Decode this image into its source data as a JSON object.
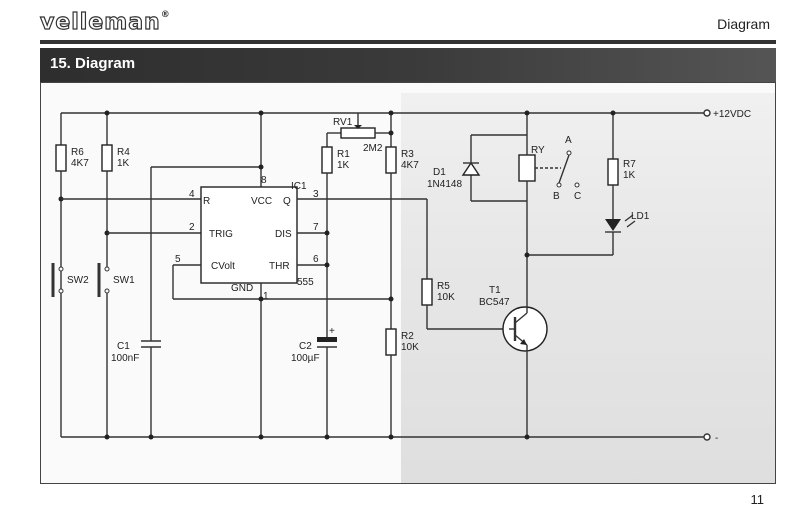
{
  "header": {
    "logo_text": "velleman",
    "logo_mark": "®",
    "section_label": "Diagram"
  },
  "section": {
    "title": "15. Diagram"
  },
  "diagram": {
    "supply_positive": "+12VDC",
    "supply_negative": "-",
    "ic": {
      "ref": "IC1",
      "part": "555",
      "pins": {
        "R": "R",
        "VCC": "VCC",
        "Q": "Q",
        "TRIG": "TRIG",
        "DIS": "DIS",
        "CVolt": "CVolt",
        "THR": "THR",
        "GND": "GND",
        "n4": "4",
        "n8": "8",
        "n3": "3",
        "n2": "2",
        "n7": "7",
        "n5": "5",
        "n6": "6",
        "n1": "1"
      }
    },
    "components": {
      "R6": {
        "ref": "R6",
        "value": "4K7"
      },
      "R4": {
        "ref": "R4",
        "value": "1K"
      },
      "RV1": {
        "ref": "RV1",
        "value": "2M2"
      },
      "R1": {
        "ref": "R1",
        "value": "1K"
      },
      "R3": {
        "ref": "R3",
        "value": "4K7"
      },
      "R5": {
        "ref": "R5",
        "value": "10K"
      },
      "R2": {
        "ref": "R2",
        "value": "10K"
      },
      "R7": {
        "ref": "R7",
        "value": "1K"
      },
      "C1": {
        "ref": "C1",
        "value": "100nF"
      },
      "C2": {
        "ref": "C2",
        "value": "100µF"
      },
      "D1": {
        "ref": "D1",
        "value": "1N4148"
      },
      "T1": {
        "ref": "T1",
        "value": "BC547"
      },
      "RY": {
        "ref": "RY"
      },
      "LD1": {
        "ref": "LD1"
      },
      "SW1": {
        "ref": "SW1"
      },
      "SW2": {
        "ref": "SW2"
      },
      "relay_contacts": {
        "A": "A",
        "B": "B",
        "C": "C"
      }
    }
  },
  "footer": {
    "page_number": "11"
  }
}
